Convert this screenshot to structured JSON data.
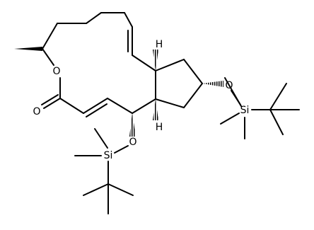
{
  "molecule": {
    "atom_labels": {
      "ring_oxygen": "O",
      "carbonyl_oxygen": "O",
      "right_ether_oxygen": "O",
      "left_ether_oxygen": "O",
      "right_silicon": "Si",
      "left_silicon": "Si",
      "top_stereo_hydrogen": "H",
      "bottom_stereo_hydrogen": "H"
    }
  }
}
